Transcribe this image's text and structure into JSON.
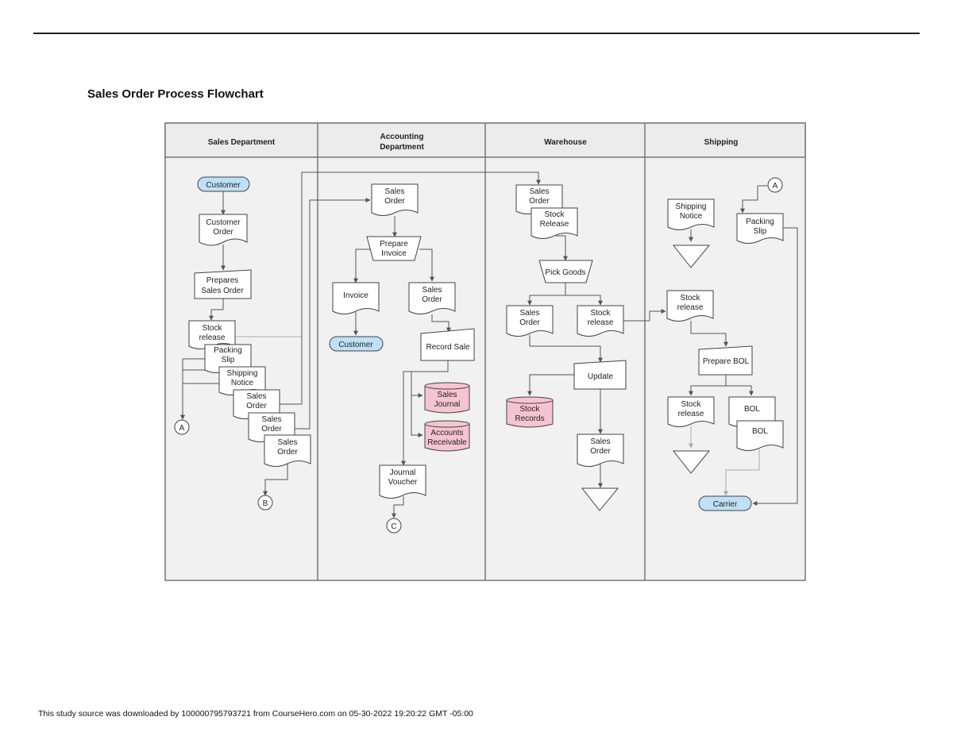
{
  "page": {
    "title": "Sales Order Process Flowchart",
    "footer": "This study source was downloaded by 100000795793721 from CourseHero.com on 05-30-2022 19:20:22 GMT -05:00"
  },
  "lanes": {
    "sales": "Sales Department",
    "accounting_1": "Accounting",
    "accounting_2": "Department",
    "warehouse": "Warehouse",
    "shipping": "Shipping"
  },
  "sales": {
    "customer": "Customer",
    "customer_order_1": "Customer",
    "customer_order_2": "Order",
    "prepares_1": "Prepares",
    "prepares_2": "Sales Order",
    "stock_release_1": "Stock",
    "stock_release_2": "release",
    "packing_slip_1": "Packing",
    "packing_slip_2": "Slip",
    "shipping_notice_1": "Shipping",
    "shipping_notice_2": "Notice",
    "sales_order_a_1": "Sales",
    "sales_order_a_2": "Order",
    "sales_order_b_1": "Sales",
    "sales_order_b_2": "Order",
    "sales_order_c_1": "Sales",
    "sales_order_c_2": "Order",
    "connector_a": "A",
    "connector_b": "B"
  },
  "accounting": {
    "sales_order_1": "Sales",
    "sales_order_2": "Order",
    "prepare_invoice_1": "Prepare",
    "prepare_invoice_2": "Invoice",
    "invoice": "Invoice",
    "sales_order_b_1": "Sales",
    "sales_order_b_2": "Order",
    "customer": "Customer",
    "record_sale": "Record Sale",
    "sales_journal_1": "Sales",
    "sales_journal_2": "Journal",
    "ar_1": "Accounts",
    "ar_2": "Receivable",
    "journal_voucher_1": "Journal",
    "journal_voucher_2": "Voucher",
    "connector_c": "C"
  },
  "warehouse": {
    "sales_order_1": "Sales",
    "sales_order_2": "Order",
    "stock_release_1": "Stock",
    "stock_release_2": "Release",
    "pick_goods": "Pick Goods",
    "sales_order_b_1": "Sales",
    "sales_order_b_2": "Order",
    "stock_release_b_1": "Stock",
    "stock_release_b_2": "release",
    "update": "Update",
    "stock_records_1": "Stock",
    "stock_records_2": "Records",
    "sales_order_c_1": "Sales",
    "sales_order_c_2": "Order"
  },
  "shipping": {
    "connector_a": "A",
    "shipping_notice_1": "Shipping",
    "shipping_notice_2": "Notice",
    "packing_slip_1": "Packing",
    "packing_slip_2": "Slip",
    "stock_release_1": "Stock",
    "stock_release_2": "release",
    "prepare_bol": "Prepare BOL",
    "stock_release_b_1": "Stock",
    "stock_release_b_2": "release",
    "bol_a": "BOL",
    "bol_b": "BOL",
    "carrier": "Carrier"
  },
  "colors": {
    "terminal": "#bfe0f6",
    "database": "#f6c4d0",
    "lane_bg": "#f1f1f1",
    "header_bg": "#ececec"
  }
}
